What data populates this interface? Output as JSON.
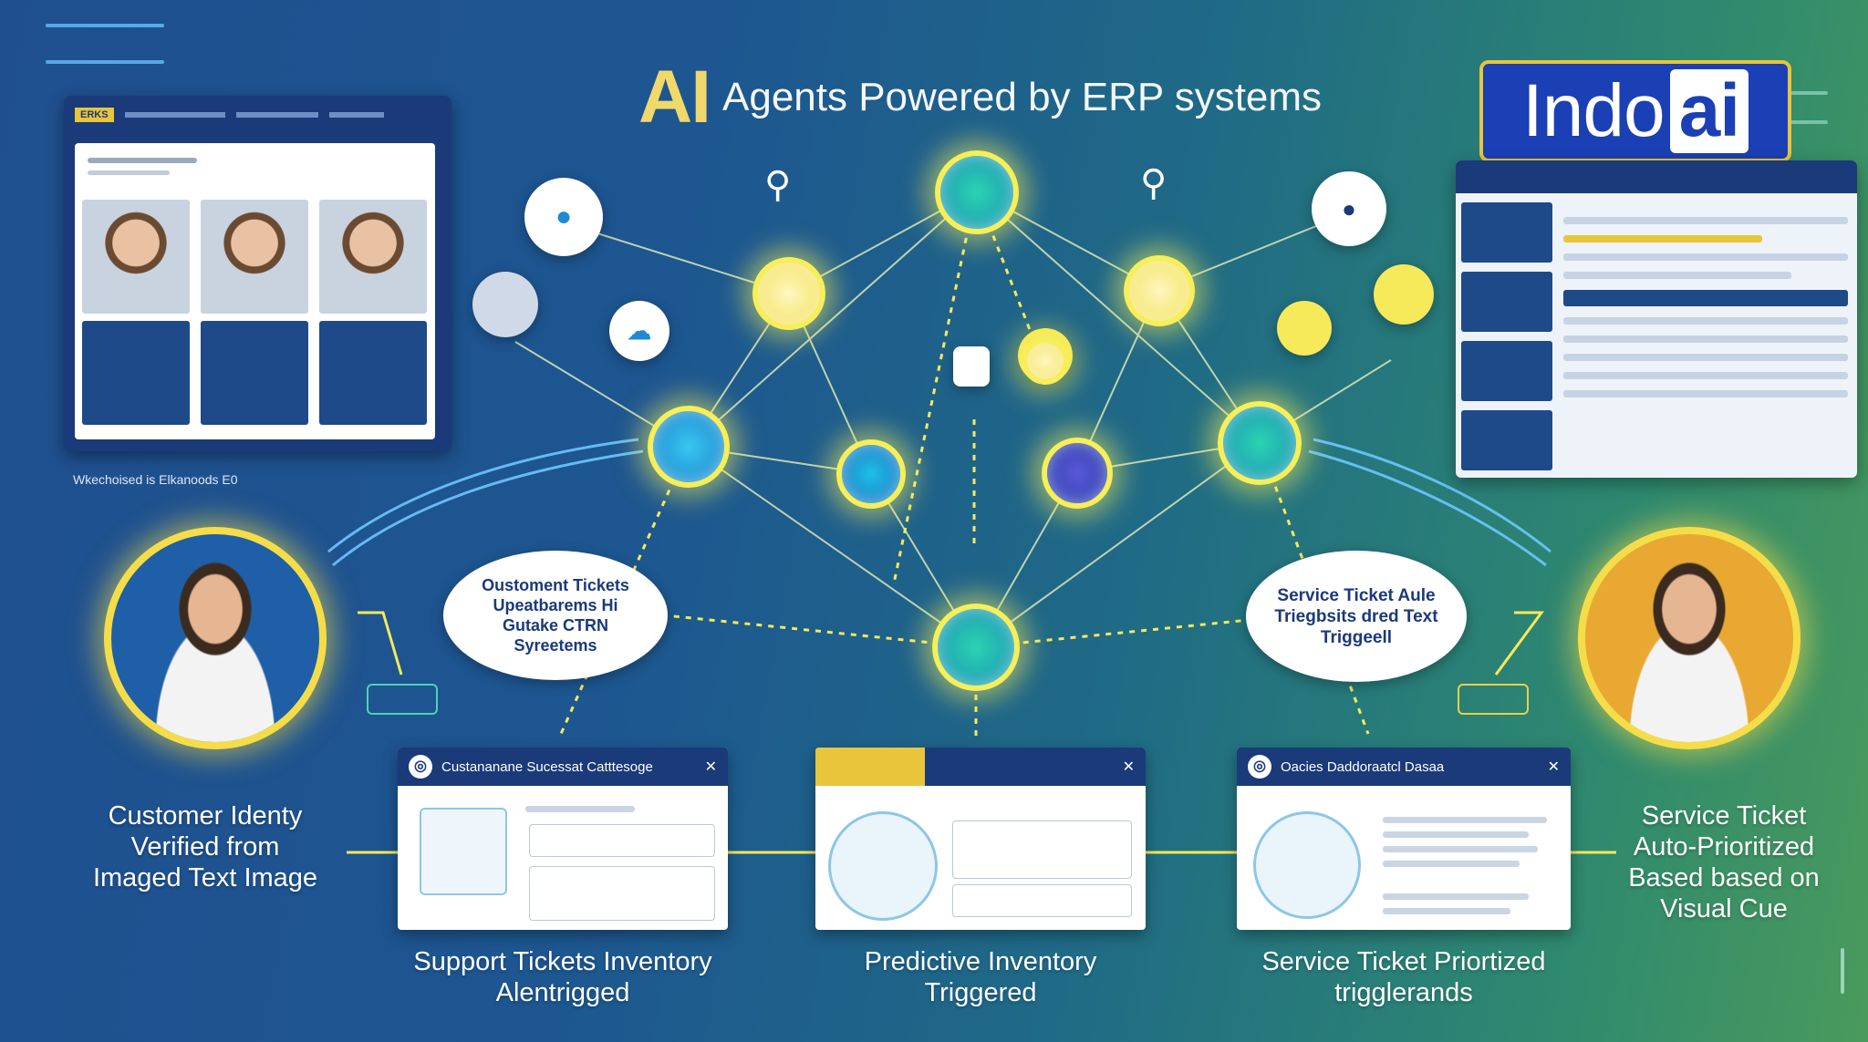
{
  "title": {
    "ai": "AI",
    "rest": "Agents Powered by ERP systems"
  },
  "logo": {
    "indo": "Indo",
    "ai": "ai"
  },
  "crm_card": {
    "tag": "ERKS",
    "caption": "Wkechoised is Elkanoods E0"
  },
  "bubbles": {
    "left": "Oustoment Tickets Upeatbarems Hi Gutake CTRN Syreetems",
    "right": "Service Ticket Aule Triegbsits dred Text Triggeell"
  },
  "captions": {
    "left_person": "Customer Identy Verified from Imaged Text Image",
    "right_person": "Service Ticket Auto-Prioritized Based based on Visual Cue",
    "panel1": "Support Tickets Inventory Alentrigged",
    "panel2": "Predictive Inventory Triggered",
    "panel3": "Service Ticket Priortized trigglerands"
  },
  "panels": {
    "p1_title": "Custananane Sucessat Catttesoge",
    "p3_title": "Oacies Daddoraatcl Dasaa"
  },
  "colors": {
    "glow": "#f6ef5a",
    "navy": "#1a3a7a",
    "accent": "#e8c53b"
  }
}
